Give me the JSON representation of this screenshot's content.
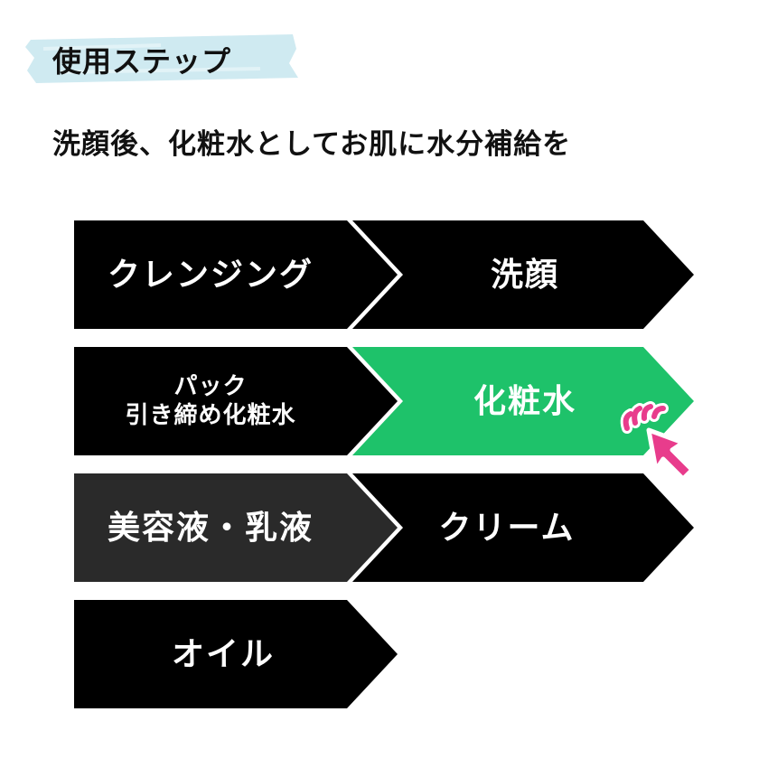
{
  "header": {
    "title": "使用ステップ",
    "subtitle": "洗顔後、化粧水としてお肌に水分補給を"
  },
  "steps": [
    {
      "lines": [
        "クレンジング"
      ],
      "color": "#000000"
    },
    {
      "lines": [
        "洗顔"
      ],
      "color": "#000000"
    },
    {
      "lines": [
        "パック",
        "引き締め化粧水"
      ],
      "color": "#000000"
    },
    {
      "lines": [
        "化粧水"
      ],
      "color": "#1ec26a",
      "current": true
    },
    {
      "lines": [
        "美容液・乳液"
      ],
      "color": "#2a2a2a"
    },
    {
      "lines": [
        "クリーム"
      ],
      "color": "#000000"
    },
    {
      "lines": [
        "オイル"
      ],
      "color": "#000000"
    }
  ],
  "colors": {
    "brush": "#cfeaf1",
    "cursor": "#e83c8c",
    "highlight": "#1ec26a",
    "dark": "#000000",
    "dark_gray": "#2a2a2a"
  },
  "icons": {
    "cursor": "click-cursor-icon"
  }
}
